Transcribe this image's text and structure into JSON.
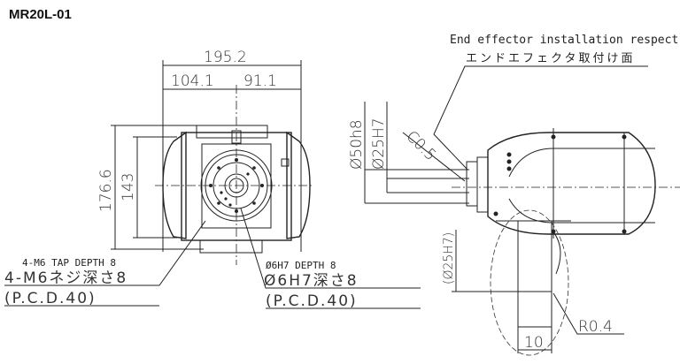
{
  "title": "MR20L-01",
  "front_view": {
    "width_total": "195.2",
    "width_left": "104.1",
    "width_right": "91.1",
    "height_total": "176.6",
    "height_inner": "143",
    "tap_note_en": "4-M6 TAP DEPTH 8",
    "tap_note_jp": "4-M6ネジ深さ8",
    "tap_pcd": "(P.C.D.40)",
    "pin_note_en": "Ø6H7 DEPTH 8",
    "pin_note_jp": "Ø6H7深さ8",
    "pin_pcd": "(P.C.D.40)"
  },
  "side_view": {
    "surface_note_en": "End effector installation respect",
    "surface_note_jp": "エンドエフェクタ取付け面",
    "outer_dia": "Ø50h8",
    "inner_dia": "Ø25H7",
    "chamfer": "C0.5"
  },
  "detail_view": {
    "ref_dia": "(Ø25H7)",
    "radius": "R0.4",
    "depth": "10"
  }
}
